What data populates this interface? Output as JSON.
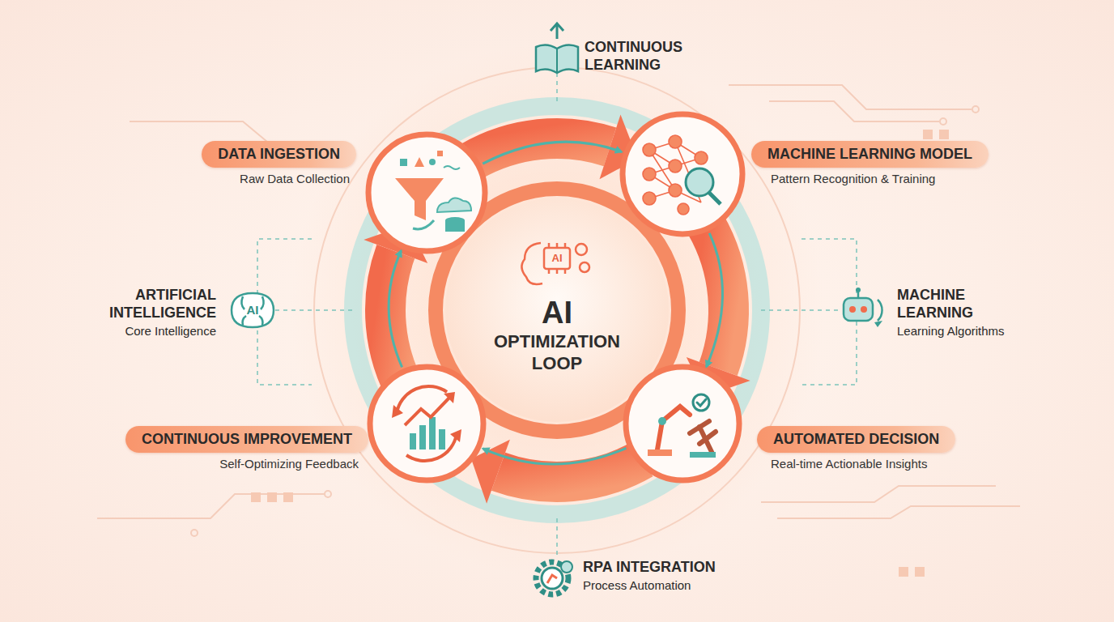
{
  "diagram": {
    "nodes": [
      {
        "text": [
          "DATA INGESTION",
          "Raw Data Collection"
        ]
      },
      {
        "text": [
          "MACHINE LEARNING MODEL",
          "Pattern Recognition & Training"
        ]
      },
      {
        "text": [
          "AUTOMATED DECISION",
          "Real-time Actionable Insights"
        ]
      },
      {
        "text": [
          "CONTINUOUS IMPROVEMENT",
          "Self-Optimizing Feedback"
        ]
      },
      {
        "text": [
          "AI OPTIMIZATION LOOP"
        ]
      }
    ],
    "edges": [
      {
        "from": 0,
        "to": 1,
        "arrow": "to"
      },
      {
        "from": 1,
        "to": 2,
        "arrow": "to"
      },
      {
        "from": 2,
        "to": 3,
        "arrow": "to"
      },
      {
        "from": 3,
        "to": 0,
        "arrow": "to"
      }
    ],
    "labels": [
      "CONTINUOUS LEARNING",
      "ARTIFICIAL INTELLIGENCE",
      "Core Intelligence",
      "AI",
      "MACHINE LEARNING",
      "Learning Algorithms",
      "RPA INTEGRATION",
      "Process Automation",
      "AI"
    ]
  }
}
